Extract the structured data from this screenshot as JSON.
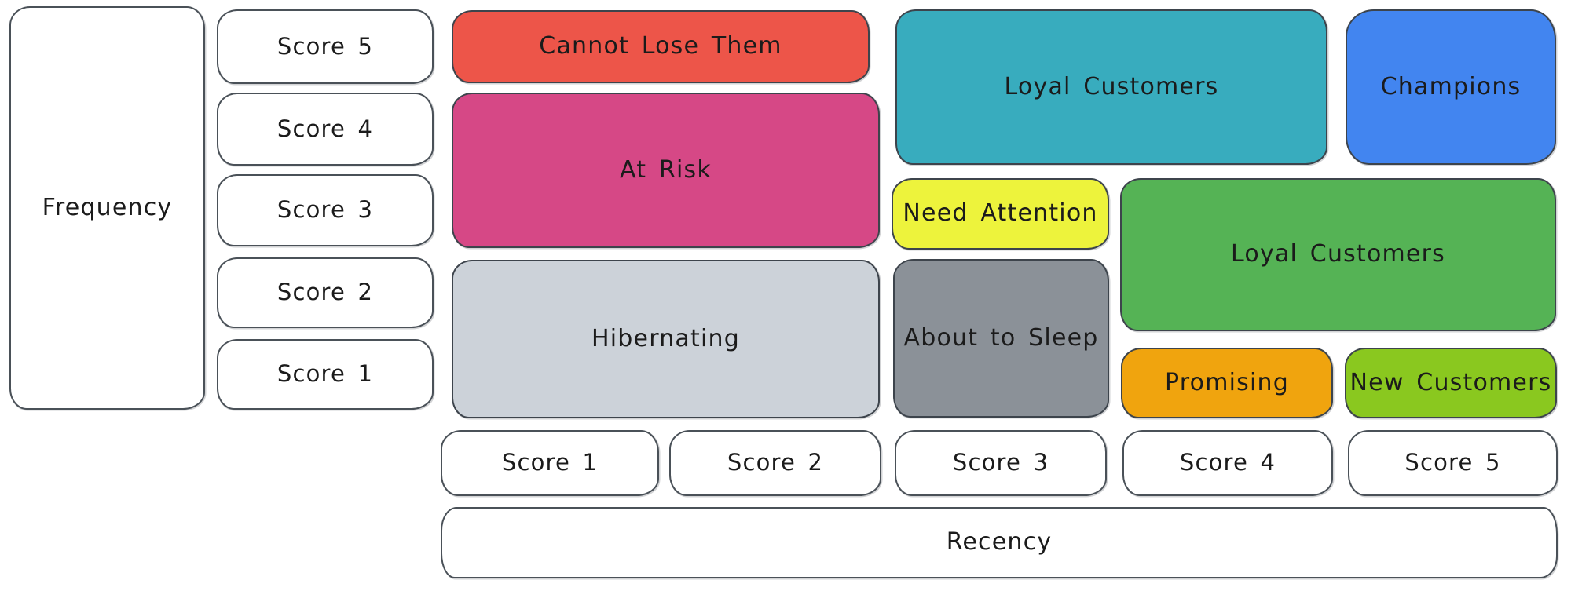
{
  "axes": {
    "frequency": {
      "label": "Frequency",
      "scores": [
        "Score 5",
        "Score 4",
        "Score 3",
        "Score 2",
        "Score 1"
      ]
    },
    "recency": {
      "label": "Recency",
      "scores": [
        "Score 1",
        "Score 2",
        "Score 3",
        "Score 4",
        "Score 5"
      ]
    }
  },
  "segments": [
    {
      "name": "Cannot Lose Them",
      "color": "#ed5549",
      "recency_scores": "1-2",
      "frequency_scores": "5"
    },
    {
      "name": "At Risk",
      "color": "#d64886",
      "recency_scores": "1-2",
      "frequency_scores": "3-4"
    },
    {
      "name": "Hibernating",
      "color": "#ccd2d9",
      "recency_scores": "1-2",
      "frequency_scores": "1-2"
    },
    {
      "name": "Loyal Customers",
      "color": "#38acbe",
      "recency_scores": "3-4",
      "frequency_scores": "4-5"
    },
    {
      "name": "Champions",
      "color": "#4285f0",
      "recency_scores": "5",
      "frequency_scores": "4-5"
    },
    {
      "name": "Need Attention",
      "color": "#edf33c",
      "recency_scores": "3",
      "frequency_scores": "3"
    },
    {
      "name": "Loyal Customers",
      "color": "#55b355",
      "recency_scores": "4-5",
      "frequency_scores": "2-3"
    },
    {
      "name": "About to Sleep",
      "color": "#8b9198",
      "recency_scores": "3",
      "frequency_scores": "1-2"
    },
    {
      "name": "Promising",
      "color": "#f0a40e",
      "recency_scores": "4",
      "frequency_scores": "1"
    },
    {
      "name": "New Customers",
      "color": "#8ac81f",
      "recency_scores": "5",
      "frequency_scores": "1"
    }
  ],
  "style": {
    "text_color": "#1b1b1b",
    "box_outline_color": "#3d444c",
    "background_color": "#ffffff"
  }
}
